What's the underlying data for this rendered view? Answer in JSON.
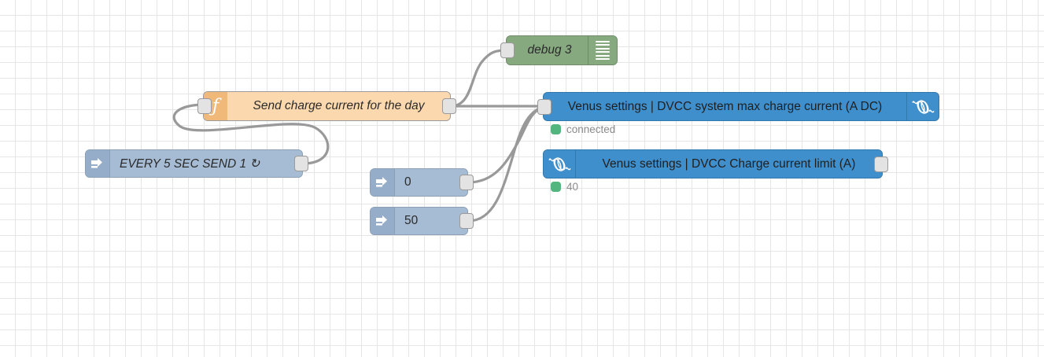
{
  "editor": {
    "name": "node-red-flow-canvas",
    "grid_size": 20,
    "background_color": "#ffffff",
    "grid_color": "#e6e6e6",
    "wire_color": "#999999"
  },
  "nodes": {
    "debug": {
      "label": "debug 3",
      "type": "debug",
      "color": "#87a980",
      "icon": "debug-lines-icon",
      "has_input": true,
      "has_output": false,
      "button": "debug-toggle-button"
    },
    "function": {
      "label": "Send charge current for the day",
      "type": "function",
      "color": "#fbd8ae",
      "icon": "function-f-icon",
      "has_input": true,
      "has_output": true
    },
    "inject_every": {
      "label": "EVERY 5 SEC SEND 1 ↻",
      "type": "inject",
      "color": "#a6bbd4",
      "icon": "inject-arrow-icon",
      "button": "inject-trigger-button",
      "has_output": true
    },
    "inject_zero": {
      "label": "0",
      "type": "inject",
      "color": "#a6bbd4",
      "icon": "inject-arrow-icon",
      "button": "inject-trigger-button",
      "has_output": true
    },
    "inject_fifty": {
      "label": "50",
      "type": "inject",
      "color": "#a6bbd4",
      "icon": "inject-arrow-icon",
      "button": "inject-trigger-button",
      "has_output": true
    },
    "victron_max_charge": {
      "label": "Venus settings | DVCC system max charge current (A DC)",
      "type": "victron-output",
      "color": "#3f8fcc",
      "icon": "victron-logo-icon",
      "logo_side": "right",
      "has_input": true,
      "has_output": false,
      "status": {
        "text": "connected",
        "dot_color": "#53b67f"
      }
    },
    "victron_charge_limit": {
      "label": "Venus settings | DVCC Charge current limit (A)",
      "type": "victron-input",
      "color": "#3f8fcc",
      "icon": "victron-logo-icon",
      "logo_side": "left",
      "has_input": false,
      "has_output": true,
      "status": {
        "text": "40",
        "dot_color": "#53b67f"
      }
    }
  }
}
